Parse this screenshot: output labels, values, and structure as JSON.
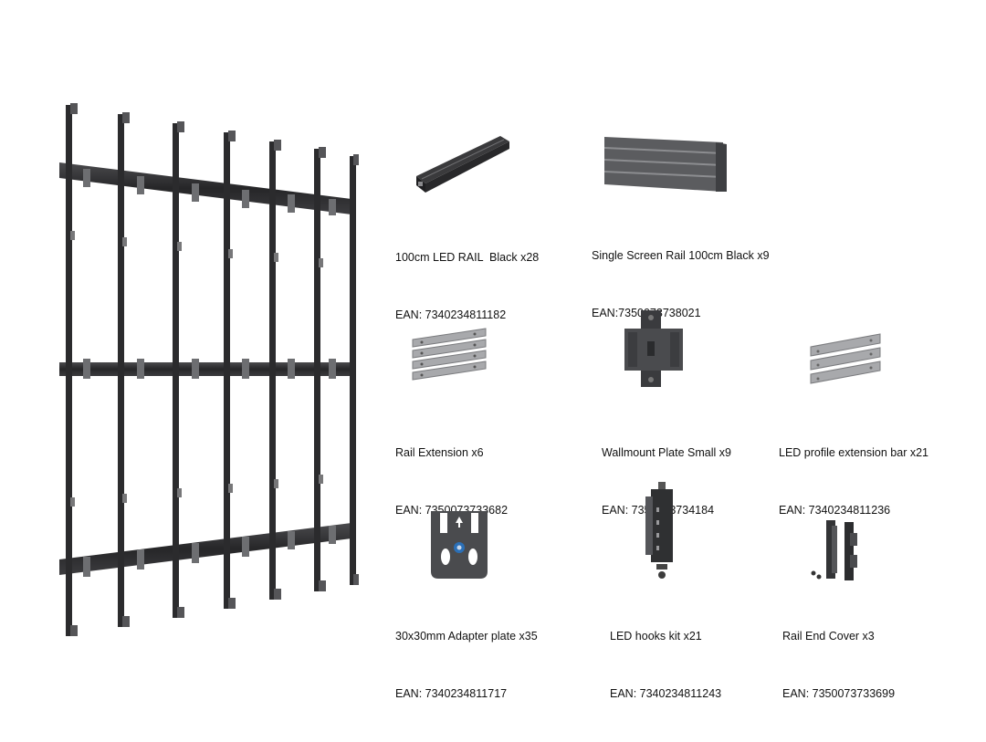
{
  "products": [
    {
      "id": "led-rail",
      "name": "100cm LED RAIL  Black x28",
      "ean": "EAN: 7340234811182",
      "icon": "led-rail-icon"
    },
    {
      "id": "screen-rail",
      "name": "Single Screen Rail 100cm Black x9",
      "ean": "EAN:7350073738021",
      "icon": "screen-rail-icon"
    },
    {
      "id": "rail-extension",
      "name": "Rail Extension x6",
      "ean": "EAN: 7350073733682",
      "icon": "rail-extension-icon"
    },
    {
      "id": "wallmount-plate",
      "name": "Wallmount Plate Small x9",
      "ean": "EAN: 7350073734184",
      "icon": "wallmount-plate-icon"
    },
    {
      "id": "led-profile-bar",
      "name": "LED profile extension bar x21",
      "ean": "EAN: 7340234811236",
      "icon": "extension-bar-icon"
    },
    {
      "id": "adapter-plate",
      "name": "30x30mm Adapter plate x35",
      "ean": "EAN: 7340234811717",
      "icon": "adapter-plate-icon"
    },
    {
      "id": "hooks-kit",
      "name": "LED hooks kit x21",
      "ean": "EAN: 7340234811243",
      "icon": "hooks-kit-icon"
    },
    {
      "id": "end-cover",
      "name": "Rail End Cover x3",
      "ean": "EAN: 7350073733699",
      "icon": "end-cover-icon"
    }
  ],
  "colors": {
    "metal_dark": "#2b2b2d",
    "metal_gray": "#6d6e71",
    "metal_light": "#b7b8bb",
    "text": "#111111"
  }
}
